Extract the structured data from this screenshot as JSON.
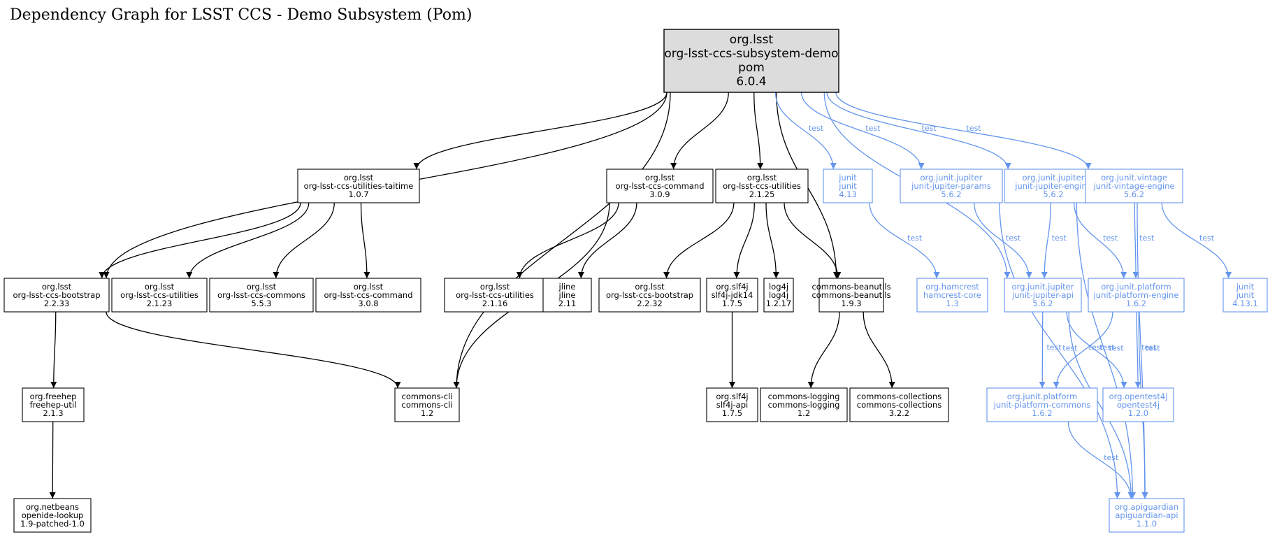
{
  "title": "Dependency Graph for LSST CCS - Demo Subsystem (Pom)",
  "colors": {
    "compile": "#000000",
    "test": "#6495ed",
    "root_fill": "#dcdcdc"
  },
  "edge_label": "test",
  "nodes": [
    {
      "id": "root",
      "kind": "root",
      "lines": [
        "org.lsst",
        "org-lsst-ccs-subsystem-demo",
        "pom",
        "6.0.4"
      ]
    },
    {
      "id": "taitime",
      "kind": "compile",
      "lines": [
        "org.lsst",
        "org-lsst-ccs-utilities-taitime",
        "1.0.7"
      ]
    },
    {
      "id": "command309",
      "kind": "compile",
      "lines": [
        "org.lsst",
        "org-lsst-ccs-command",
        "3.0.9"
      ]
    },
    {
      "id": "utilities2125",
      "kind": "compile",
      "lines": [
        "org.lsst",
        "org-lsst-ccs-utilities",
        "2.1.25"
      ]
    },
    {
      "id": "junit413",
      "kind": "test",
      "lines": [
        "junit",
        "junit",
        "4.13"
      ]
    },
    {
      "id": "params",
      "kind": "test",
      "lines": [
        "org.junit.jupiter",
        "junit-jupiter-params",
        "5.6.2"
      ]
    },
    {
      "id": "jengine",
      "kind": "test",
      "lines": [
        "org.junit.jupiter",
        "junit-jupiter-engine",
        "5.6.2"
      ]
    },
    {
      "id": "vengine",
      "kind": "test",
      "lines": [
        "org.junit.vintage",
        "junit-vintage-engine",
        "5.6.2"
      ]
    },
    {
      "id": "bootstrap2233",
      "kind": "compile",
      "lines": [
        "org.lsst",
        "org-lsst-ccs-bootstrap",
        "2.2.33"
      ]
    },
    {
      "id": "utilities2123",
      "kind": "compile",
      "lines": [
        "org.lsst",
        "org-lsst-ccs-utilities",
        "2.1.23"
      ]
    },
    {
      "id": "commons553",
      "kind": "compile",
      "lines": [
        "org.lsst",
        "org-lsst-ccs-commons",
        "5.5.3"
      ]
    },
    {
      "id": "command308",
      "kind": "compile",
      "lines": [
        "org.lsst",
        "org-lsst-ccs-command",
        "3.0.8"
      ]
    },
    {
      "id": "utilities2116",
      "kind": "compile",
      "lines": [
        "org.lsst",
        "org-lsst-ccs-utilities",
        "2.1.16"
      ]
    },
    {
      "id": "jline",
      "kind": "compile",
      "lines": [
        "jline",
        "jline",
        "2.11"
      ]
    },
    {
      "id": "bootstrap2232",
      "kind": "compile",
      "lines": [
        "org.lsst",
        "org-lsst-ccs-bootstrap",
        "2.2.32"
      ]
    },
    {
      "id": "slf4jjdk",
      "kind": "compile",
      "lines": [
        "org.slf4j",
        "slf4j-jdk14",
        "1.7.5"
      ]
    },
    {
      "id": "log4j",
      "kind": "compile",
      "lines": [
        "log4j",
        "log4j",
        "1.2.17"
      ]
    },
    {
      "id": "beanutils",
      "kind": "compile",
      "lines": [
        "commons-beanutils",
        "commons-beanutils",
        "1.9.3"
      ]
    },
    {
      "id": "hamcrest",
      "kind": "test",
      "lines": [
        "org.hamcrest",
        "hamcrest-core",
        "1.3"
      ]
    },
    {
      "id": "japi",
      "kind": "test",
      "lines": [
        "org.junit.jupiter",
        "junit-jupiter-api",
        "5.6.2"
      ]
    },
    {
      "id": "pengine",
      "kind": "test",
      "lines": [
        "org.junit.platform",
        "junit-platform-engine",
        "1.6.2"
      ]
    },
    {
      "id": "junit4131",
      "kind": "test",
      "lines": [
        "junit",
        "junit",
        "4.13.1"
      ]
    },
    {
      "id": "freehep",
      "kind": "compile",
      "lines": [
        "org.freehep",
        "freehep-util",
        "2.1.3"
      ]
    },
    {
      "id": "cli",
      "kind": "compile",
      "lines": [
        "commons-cli",
        "commons-cli",
        "1.2"
      ]
    },
    {
      "id": "slf4japi",
      "kind": "compile",
      "lines": [
        "org.slf4j",
        "slf4j-api",
        "1.7.5"
      ]
    },
    {
      "id": "logging",
      "kind": "compile",
      "lines": [
        "commons-logging",
        "commons-logging",
        "1.2"
      ]
    },
    {
      "id": "collections",
      "kind": "compile",
      "lines": [
        "commons-collections",
        "commons-collections",
        "3.2.2"
      ]
    },
    {
      "id": "pcommons",
      "kind": "test",
      "lines": [
        "org.junit.platform",
        "junit-platform-commons",
        "1.6.2"
      ]
    },
    {
      "id": "opentest4j",
      "kind": "test",
      "lines": [
        "org.opentest4j",
        "opentest4j",
        "1.2.0"
      ]
    },
    {
      "id": "openide",
      "kind": "compile",
      "lines": [
        "org.netbeans",
        "openide-lookup",
        "1.9-patched-1.0"
      ]
    },
    {
      "id": "apiguardian",
      "kind": "test",
      "lines": [
        "org.apiguardian",
        "apiguardian-api",
        "1.1.0"
      ]
    }
  ],
  "edges": [
    {
      "from": "root",
      "to": "bootstrap2233",
      "test": false
    },
    {
      "from": "root",
      "to": "taitime",
      "test": false
    },
    {
      "from": "root",
      "to": "cli",
      "test": false
    },
    {
      "from": "root",
      "to": "command309",
      "test": false
    },
    {
      "from": "root",
      "to": "utilities2125",
      "test": false
    },
    {
      "from": "root",
      "to": "beanutils",
      "test": false
    },
    {
      "from": "root",
      "to": "junit413",
      "test": true
    },
    {
      "from": "root",
      "to": "params",
      "test": true
    },
    {
      "from": "root",
      "to": "jengine",
      "test": true
    },
    {
      "from": "root",
      "to": "vengine",
      "test": true
    },
    {
      "from": "root",
      "to": "japi",
      "test": true
    },
    {
      "from": "taitime",
      "to": "bootstrap2233",
      "test": false
    },
    {
      "from": "taitime",
      "to": "utilities2123",
      "test": false
    },
    {
      "from": "taitime",
      "to": "commons553",
      "test": false
    },
    {
      "from": "taitime",
      "to": "command308",
      "test": false
    },
    {
      "from": "command309",
      "to": "cli",
      "test": false
    },
    {
      "from": "command309",
      "to": "utilities2116",
      "test": false
    },
    {
      "from": "command309",
      "to": "jline",
      "test": false
    },
    {
      "from": "utilities2125",
      "to": "bootstrap2232",
      "test": false
    },
    {
      "from": "utilities2125",
      "to": "slf4jjdk",
      "test": false
    },
    {
      "from": "utilities2125",
      "to": "log4j",
      "test": false
    },
    {
      "from": "utilities2125",
      "to": "beanutils",
      "test": false
    },
    {
      "from": "bootstrap2233",
      "to": "freehep",
      "test": false
    },
    {
      "from": "bootstrap2233",
      "to": "cli",
      "test": false
    },
    {
      "from": "freehep",
      "to": "openide",
      "test": false
    },
    {
      "from": "slf4jjdk",
      "to": "slf4japi",
      "test": false
    },
    {
      "from": "beanutils",
      "to": "logging",
      "test": false
    },
    {
      "from": "beanutils",
      "to": "collections",
      "test": false
    },
    {
      "from": "junit413",
      "to": "hamcrest",
      "test": true
    },
    {
      "from": "params",
      "to": "japi",
      "test": true
    },
    {
      "from": "params",
      "to": "apiguardian",
      "test": true
    },
    {
      "from": "jengine",
      "to": "japi",
      "test": true
    },
    {
      "from": "jengine",
      "to": "pengine",
      "test": true
    },
    {
      "from": "jengine",
      "to": "apiguardian",
      "test": true
    },
    {
      "from": "vengine",
      "to": "pengine",
      "test": true
    },
    {
      "from": "vengine",
      "to": "junit4131",
      "test": true
    },
    {
      "from": "vengine",
      "to": "apiguardian",
      "test": true
    },
    {
      "from": "japi",
      "to": "pcommons",
      "test": true
    },
    {
      "from": "japi",
      "to": "opentest4j",
      "test": true
    },
    {
      "from": "japi",
      "to": "apiguardian",
      "test": true
    },
    {
      "from": "pengine",
      "to": "pcommons",
      "test": true
    },
    {
      "from": "pengine",
      "to": "opentest4j",
      "test": true
    },
    {
      "from": "pengine",
      "to": "apiguardian",
      "test": true
    },
    {
      "from": "pcommons",
      "to": "apiguardian",
      "test": true
    }
  ]
}
